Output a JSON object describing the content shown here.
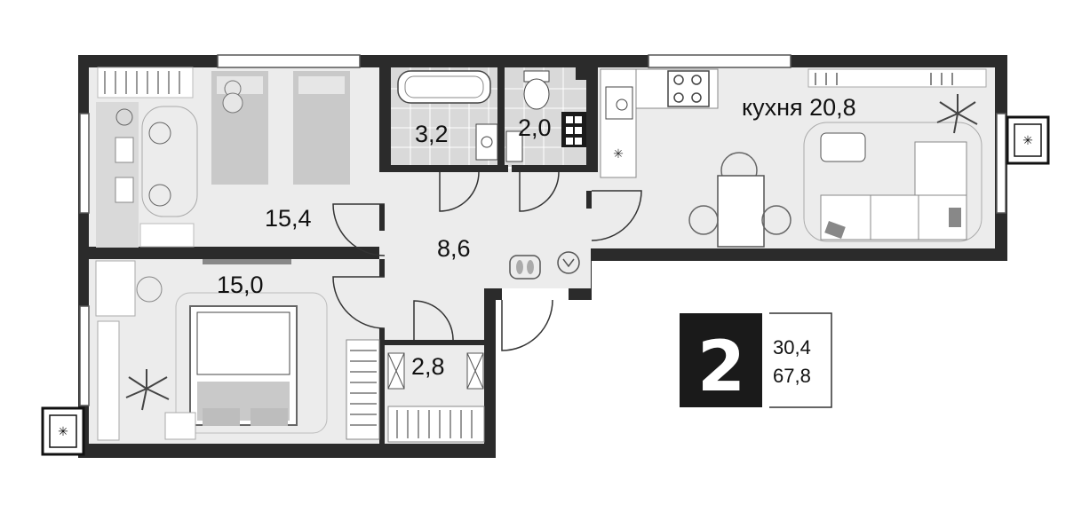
{
  "rooms": {
    "bedroom1": "15,4",
    "bedroom2": "15,0",
    "bath": "3,2",
    "wc": "2,0",
    "hall": "8,6",
    "storage": "2,8",
    "kitchen": "кухня 20,8"
  },
  "summary": {
    "rooms_count": "2",
    "living_area": "30,4",
    "total_area": "67,8"
  },
  "colors": {
    "wall": "#2b2b2b",
    "floor": "#ececec",
    "furniture": "#c9c9c9",
    "accent": "#1a1a1a"
  },
  "icons": [
    "plant-icon",
    "teddy-bear-icon",
    "slippers-icon",
    "stove-icon",
    "sink-icon",
    "toilet-icon",
    "bathtub-icon"
  ]
}
